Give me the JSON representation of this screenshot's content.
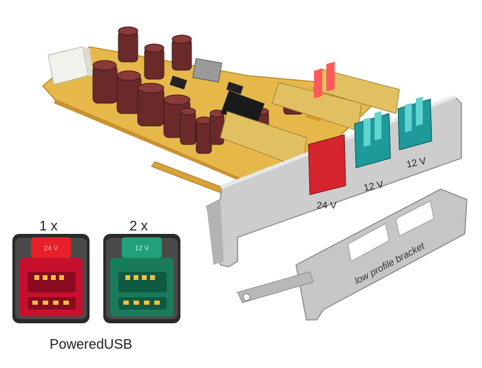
{
  "labels": {
    "port_24v": "24 V",
    "port_12v_a": "12 V",
    "port_12v_b": "12 V",
    "bracket": "low profile bracket",
    "count_red": "1 x",
    "count_green": "2 x",
    "connector_red_tag": "24 V",
    "connector_green_tag": "12 V",
    "brand": "PoweredUSB"
  },
  "colors": {
    "pcb": "#e6b84a",
    "metal": "#c9c9c9",
    "red_port": "#d6252e",
    "teal_port": "#1e9a9a",
    "connector_red": "#c8102e",
    "connector_green": "#1a7a5c"
  }
}
